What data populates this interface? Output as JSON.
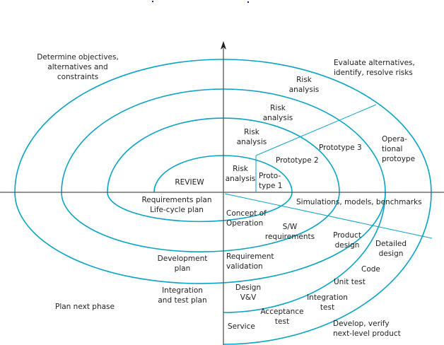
{
  "title": "Spiral model of the software process",
  "colors": {
    "spiral": "#0aa3c2",
    "axis": "#555555",
    "text": "#1e1e1e",
    "background": "#ffffff"
  },
  "quadrants": {
    "top_left": "Determine objectives,\nalternatives and\nconstraints",
    "top_right": "Evaluate alternatives,\nidentify, resolve risks",
    "bottom_left": "Plan next phase",
    "bottom_right": "Develop, verify\nnext-level product"
  },
  "risk_analysis": [
    "Risk\nanalysis",
    "Risk\nanalysis",
    "Risk\nanalysis",
    "Risk\nanalysis"
  ],
  "prototypes": [
    "Proto-\ntype 1",
    "Prototype 2",
    "Prototype 3",
    "Opera-\ntional\nprotoype"
  ],
  "center_label": "REVIEW",
  "planning": [
    "Requirements plan\nLife-cycle plan",
    "Development\nplan",
    "Integration\nand test plan"
  ],
  "simulations": "Simulations, models, benchmarks",
  "development": [
    "Concept of\nOperation",
    "S/W\nrequirements",
    "Product\ndesign",
    "Detailed\ndesign",
    "Code",
    "Unit test",
    "Integration\ntest",
    "Acceptance\ntest",
    "Service"
  ],
  "validation": [
    "Requirement\nvalidation",
    "Design\nV&V"
  ]
}
